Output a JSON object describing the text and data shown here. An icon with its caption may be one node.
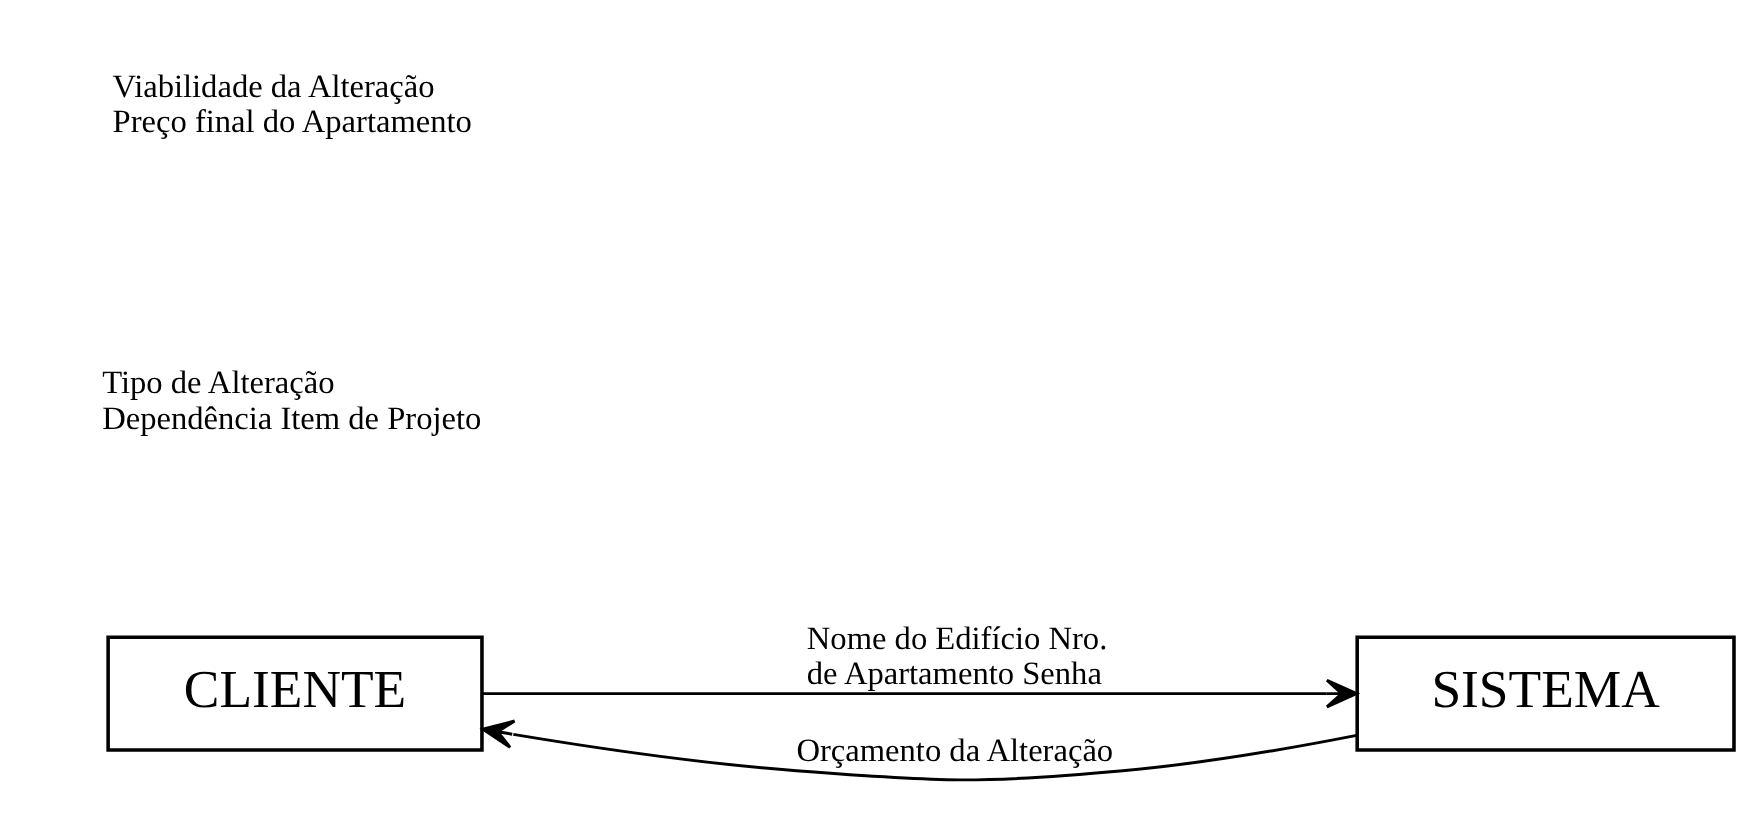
{
  "diagram": {
    "nodes": [
      {
        "text": [
          "CLIENTE"
        ]
      },
      {
        "text": [
          "SISTEMA"
        ]
      }
    ],
    "edges": [
      {
        "from": 0,
        "to": 1,
        "arrow": "to",
        "label": "Nome do Edifício Nro. de Apartamento Senha"
      },
      {
        "from": 1,
        "to": 0,
        "arrow": "to",
        "label": "Orçamento da Alteração"
      }
    ],
    "labels": [
      "Tipo de Alteração Dependência Item de Projeto",
      "Viabilidade da Alteração Preço final do Apartamento"
    ]
  }
}
